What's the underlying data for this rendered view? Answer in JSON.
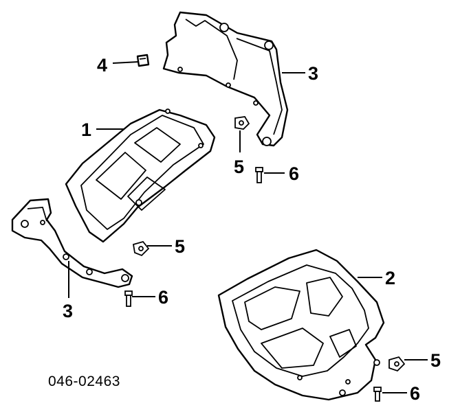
{
  "callouts": {
    "part_1": "1",
    "part_2": "2",
    "part_3_upper": "3",
    "part_3_lower": "3",
    "part_4": "4",
    "part_5_upper": "5",
    "part_5_middle": "5",
    "part_5_lower": "5",
    "part_6_upper": "6",
    "part_6_middle": "6",
    "part_6_lower": "6"
  },
  "diagram_code": "046-02463",
  "colors": {
    "line": "#000000",
    "background": "#ffffff"
  }
}
